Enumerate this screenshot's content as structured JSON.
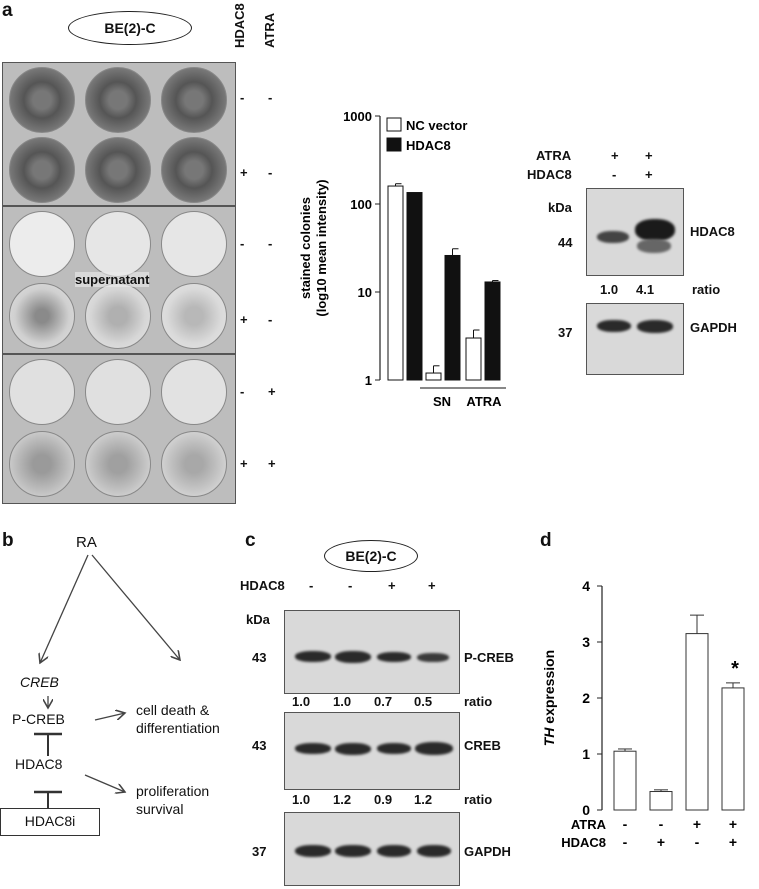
{
  "panel_a": {
    "letter": "a",
    "cell_line": "BE(2)-C",
    "col_headers": [
      "HDAC8",
      "ATRA"
    ],
    "rows": [
      {
        "hdac8": "-",
        "atra": "-"
      },
      {
        "hdac8": "+",
        "atra": "-"
      },
      {
        "hdac8": "-",
        "atra": "-"
      },
      {
        "hdac8": "+",
        "atra": "-"
      },
      {
        "hdac8": "-",
        "atra": "+"
      },
      {
        "hdac8": "+",
        "atra": "+"
      }
    ],
    "supernatant_label": "supernatant",
    "blot": {
      "atra_label": "ATRA",
      "hdac8_label": "HDAC8",
      "atra_signs": [
        "+",
        "+"
      ],
      "hdac8_signs": [
        "-",
        "+"
      ],
      "kda": "kDa",
      "mw_top": "44",
      "mw_bottom": "37",
      "protein_top": "HDAC8",
      "protein_bottom": "GAPDH",
      "ratios": [
        "1.0",
        "4.1"
      ],
      "ratio_label": "ratio"
    }
  },
  "chart_data": [
    {
      "type": "bar",
      "ylabel": "stained colonies\n(log10 mean intensity)",
      "yscale": "log",
      "ylim": [
        1,
        1000
      ],
      "ytick_labels": [
        "1",
        "10",
        "100",
        "1000"
      ],
      "group_labels": [
        "SN",
        "ATRA"
      ],
      "series": [
        {
          "name": "NC vector",
          "values": [
            160,
            1.2,
            3.0
          ],
          "errors": [
            10,
            0.25,
            0.7
          ],
          "color": "#ffffff"
        },
        {
          "name": "HDAC8",
          "values": [
            135,
            26,
            13
          ],
          "errors": [
            0,
            5,
            0.5
          ],
          "color": "#111111"
        }
      ],
      "legend": "top-left"
    },
    {
      "type": "bar",
      "ylabel_italic": "TH",
      "ylabel_rest": " expression",
      "ylim": [
        0,
        4
      ],
      "yticks": [
        0,
        1,
        2,
        3,
        4
      ],
      "values": [
        1.05,
        0.33,
        3.15,
        2.18
      ],
      "errors": [
        0.04,
        0.03,
        0.33,
        0.09
      ],
      "annotation": "*",
      "annotation_index": 3,
      "atra_label": "ATRA",
      "hdac8_label": "HDAC8",
      "atra_signs": [
        "-",
        "-",
        "+",
        "+"
      ],
      "hdac8_signs": [
        "-",
        "+",
        "-",
        "+"
      ]
    }
  ],
  "panel_b": {
    "letter": "b",
    "ra": "RA",
    "creb": "CREB",
    "pcreb": "P-CREB",
    "hdac8": "HDAC8",
    "hdac8i": "HDAC8i",
    "death_line1": "cell death &",
    "death_line2": "differentiation",
    "prolif_line1": "proliferation",
    "prolif_line2": "survival"
  },
  "panel_c": {
    "letter": "c",
    "cell_line": "BE(2)-C",
    "hdac8_label": "HDAC8",
    "hdac8_signs": [
      "-",
      "-",
      "+",
      "+"
    ],
    "kda": "kDa",
    "mw": [
      "43",
      "43",
      "37"
    ],
    "proteins": [
      "P-CREB",
      "CREB",
      "GAPDH"
    ],
    "ratios_pcreb": [
      "1.0",
      "1.0",
      "0.7",
      "0.5"
    ],
    "ratios_creb": [
      "1.0",
      "1.2",
      "0.9",
      "1.2"
    ],
    "ratio_label": "ratio"
  },
  "panel_d": {
    "letter": "d"
  }
}
